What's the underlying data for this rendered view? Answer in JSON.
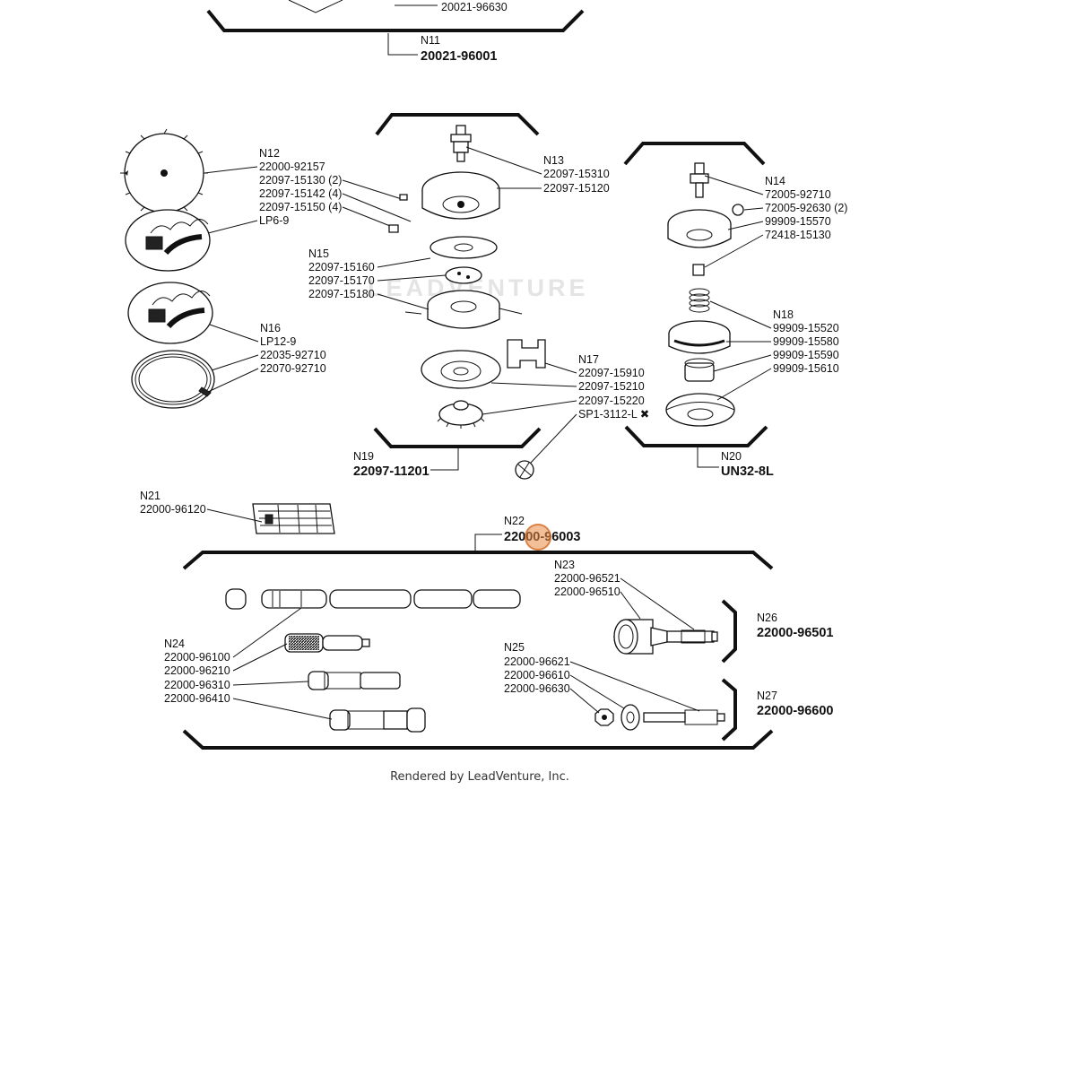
{
  "watermark": "LEADVENTURE",
  "footer": "Rendered by LeadVenture, Inc.",
  "callouts": {
    "n11": {
      "id": "N11",
      "part": "20021-96001",
      "sub": "20021-96630"
    },
    "n12": {
      "id": "N12",
      "parts": [
        "22000-92157",
        "22097-15130 (2)",
        "22097-15142 (4)",
        "22097-15150 (4)",
        "LP6-9"
      ]
    },
    "n13": {
      "id": "N13",
      "parts": [
        "22097-15310",
        "22097-15120"
      ]
    },
    "n14": {
      "id": "N14",
      "parts": [
        "72005-92710",
        "72005-92630 (2)",
        "99909-15570",
        "72418-15130"
      ]
    },
    "n15": {
      "id": "N15",
      "parts": [
        "22097-15160",
        "22097-15170",
        "22097-15180"
      ]
    },
    "n16": {
      "id": "N16",
      "parts": [
        "LP12-9",
        "22035-92710",
        "22070-92710"
      ]
    },
    "n17": {
      "id": "N17",
      "parts": [
        "22097-15910",
        "22097-15210",
        "22097-15220",
        "SP1-3112-L ✖"
      ]
    },
    "n18": {
      "id": "N18",
      "parts": [
        "99909-15520",
        "99909-15580",
        "99909-15590",
        "99909-15610"
      ]
    },
    "n19": {
      "id": "N19",
      "part": "22097-11201"
    },
    "n20": {
      "id": "N20",
      "part": "UN32-8L"
    },
    "n21": {
      "id": "N21",
      "part": "22000-96120"
    },
    "n22": {
      "id": "N22",
      "part": "22000-96003"
    },
    "n23": {
      "id": "N23",
      "parts": [
        "22000-96521",
        "22000-96510"
      ]
    },
    "n24": {
      "id": "N24",
      "parts": [
        "22000-96100",
        "22000-96210",
        "22000-96310",
        "22000-96410"
      ]
    },
    "n25": {
      "id": "N25",
      "parts": [
        "22000-96621",
        "22000-96610",
        "22000-96630"
      ]
    },
    "n26": {
      "id": "N26",
      "part": "22000-96501"
    },
    "n27": {
      "id": "N27",
      "part": "22000-96600"
    }
  }
}
